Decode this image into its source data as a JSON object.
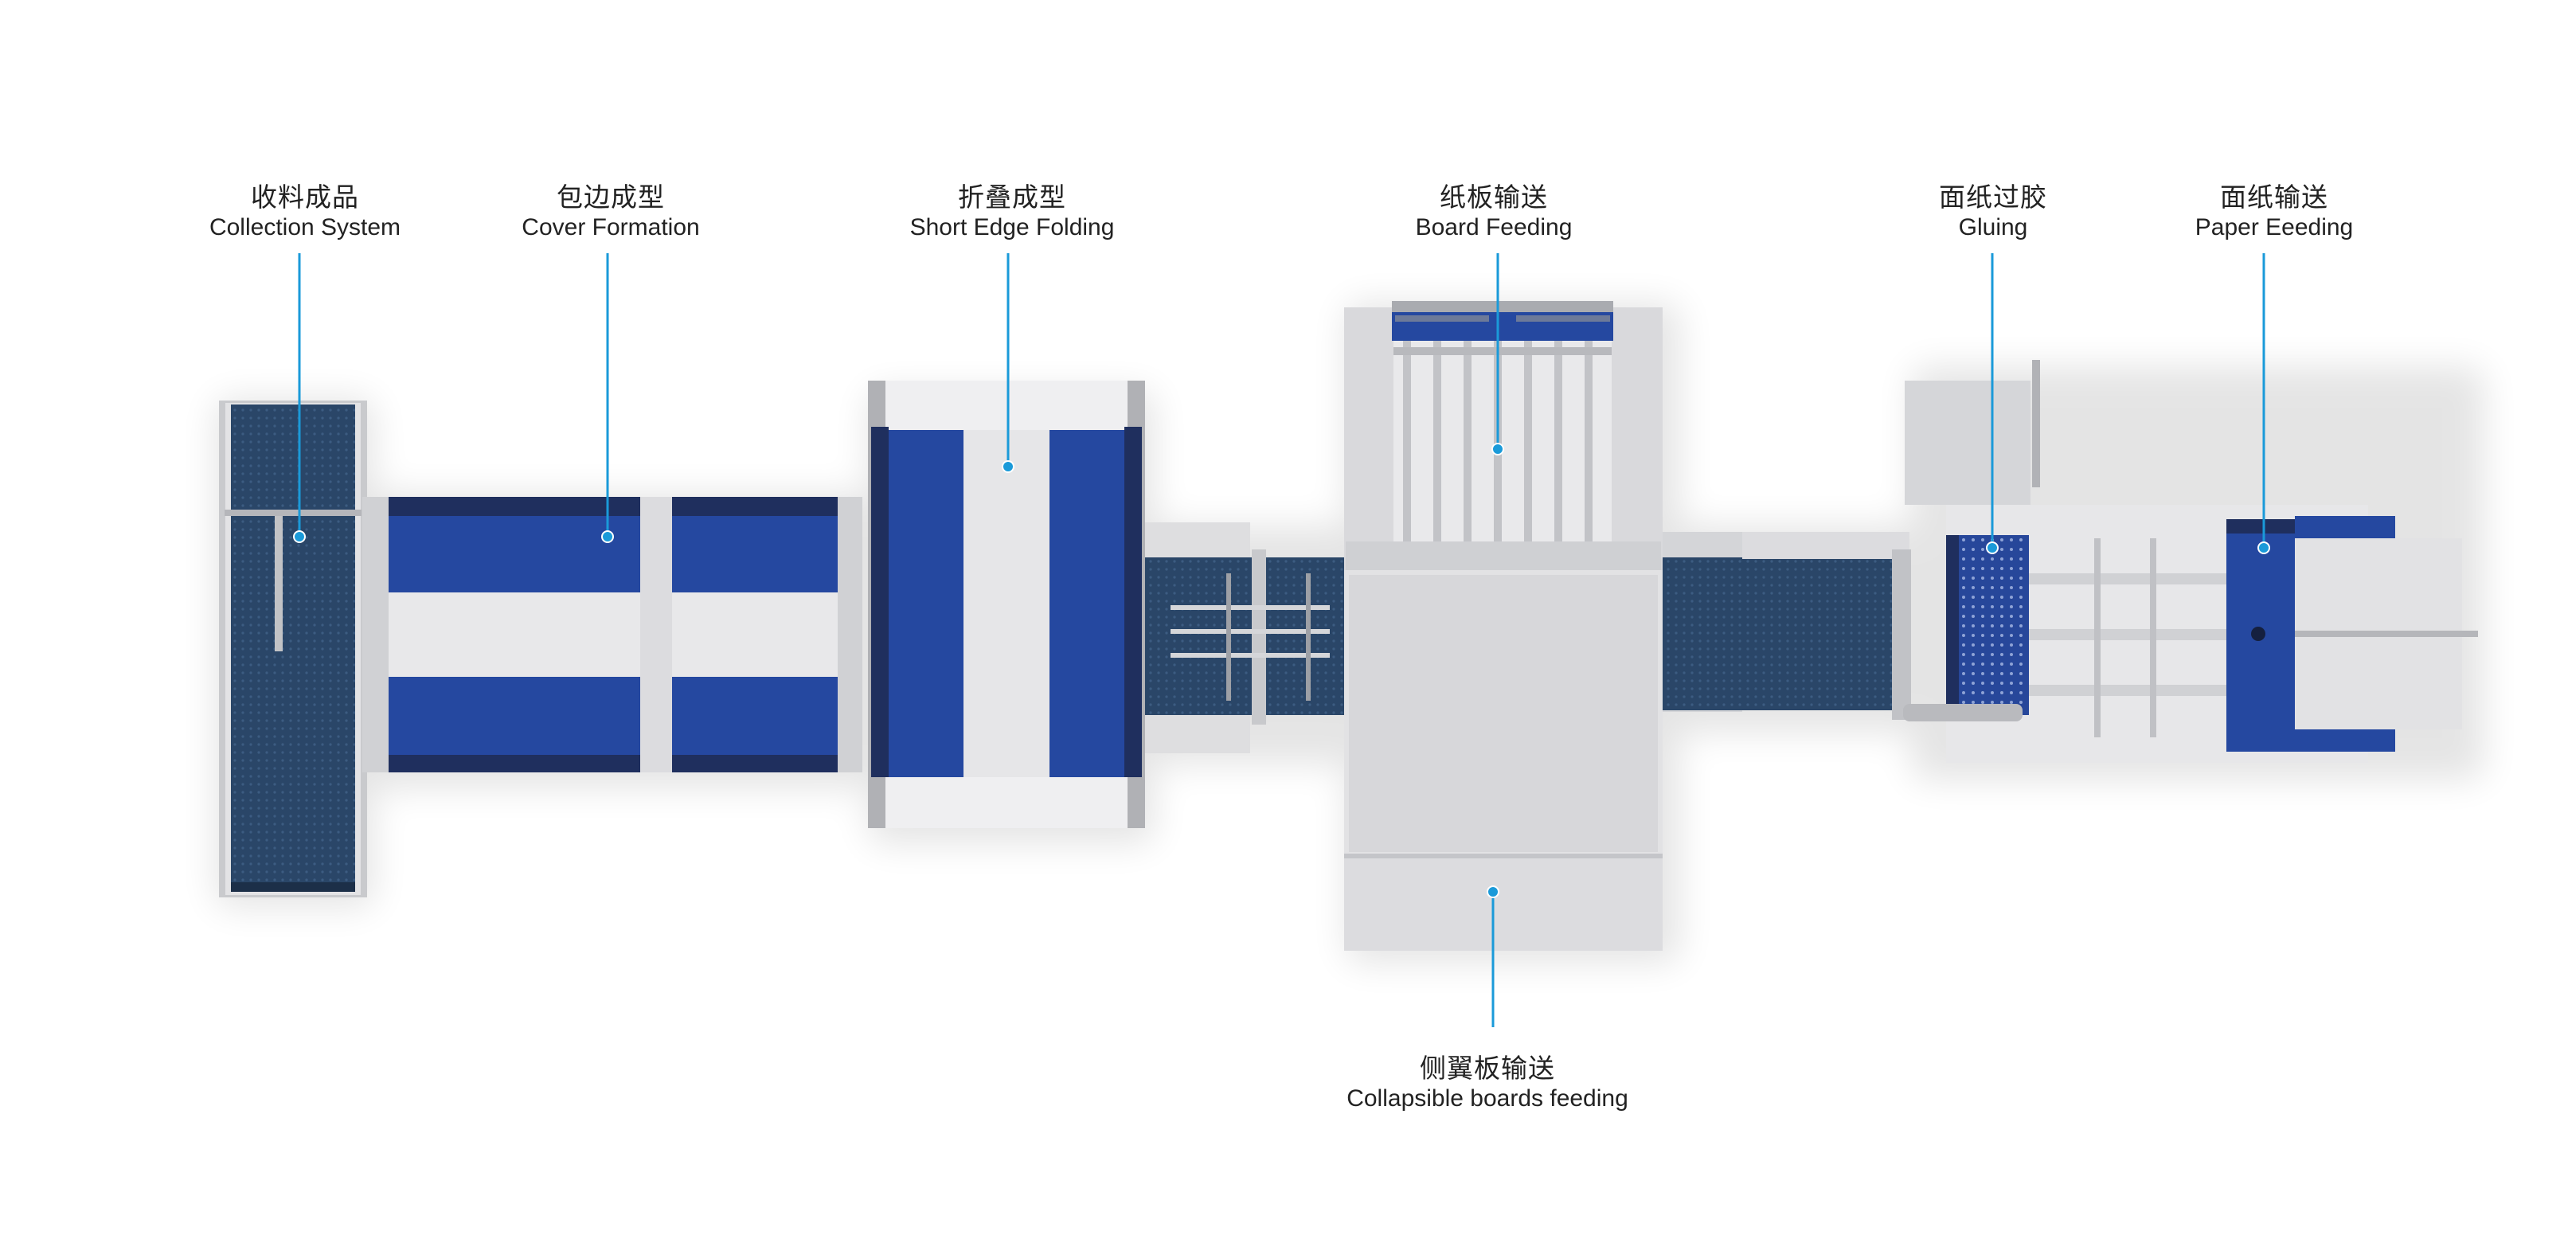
{
  "colors": {
    "accent": "#1a9ad9",
    "blue": "#2548a0",
    "navy": "#1f2f5e",
    "belt": "#2a4668",
    "frame": "#d9d9dc",
    "frame_light": "#ececee",
    "frame_dark": "#a9abb0"
  },
  "labels": [
    {
      "id": "collection-system",
      "zh": "收料成品",
      "en": "Collection System"
    },
    {
      "id": "cover-formation",
      "zh": "包边成型",
      "en": "Cover Formation"
    },
    {
      "id": "short-edge-folding",
      "zh": "折叠成型",
      "en": "Short Edge Folding"
    },
    {
      "id": "board-feeding",
      "zh": "纸板输送",
      "en": "Board Feeding"
    },
    {
      "id": "gluing",
      "zh": "面纸过胶",
      "en": "Gluing"
    },
    {
      "id": "paper-feeding",
      "zh": "面纸输送",
      "en": "Paper Eeeding"
    },
    {
      "id": "collapsible-boards-feeding",
      "zh": "侧翼板输送",
      "en": "Collapsible boards feeding"
    }
  ]
}
